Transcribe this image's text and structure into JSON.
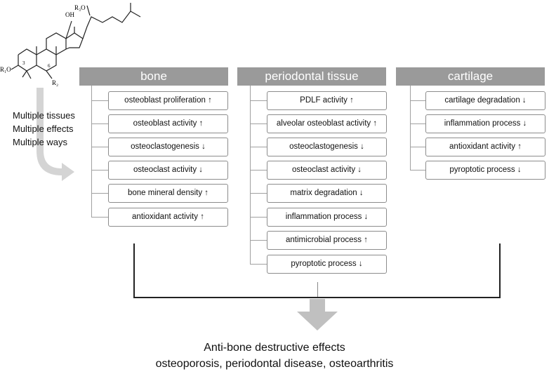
{
  "molecule": {
    "labels": [
      "R₃O",
      "OH",
      "R₁O",
      "3",
      "6",
      "R₂"
    ]
  },
  "side_text": {
    "line1": "Multiple tissues",
    "line2": "Multiple effects",
    "line3": "Multiple ways"
  },
  "columns": [
    {
      "header": "bone",
      "items": [
        "osteoblast proliferation ↑",
        "osteoblast activity ↑",
        "osteoclastogenesis ↓",
        "osteoclast activity ↓",
        "bone mineral density ↑",
        "antioxidant activity ↑"
      ]
    },
    {
      "header": "periodontal tissue",
      "items": [
        "PDLF activity ↑",
        "alveolar osteoblast activity ↑",
        "osteoclastogenesis ↓",
        "osteoclast activity ↓",
        "matrix degradation ↓",
        "inflammation process ↓",
        "antimicrobial process ↑",
        "pyroptotic process ↓"
      ]
    },
    {
      "header": "cartilage",
      "items": [
        "cartilage degradation ↓",
        "inflammation process ↓",
        "antioxidant activity ↑",
        "pyroptotic process ↓"
      ]
    }
  ],
  "conclusion": {
    "line1": "Anti-bone destructive effects",
    "line2": "osteoporosis, periodontal disease, osteoarthritis"
  },
  "colors": {
    "header_bg": "#9a9a9a",
    "arrow_gray": "#c0c0c0",
    "box_border": "#8c8c8c"
  }
}
